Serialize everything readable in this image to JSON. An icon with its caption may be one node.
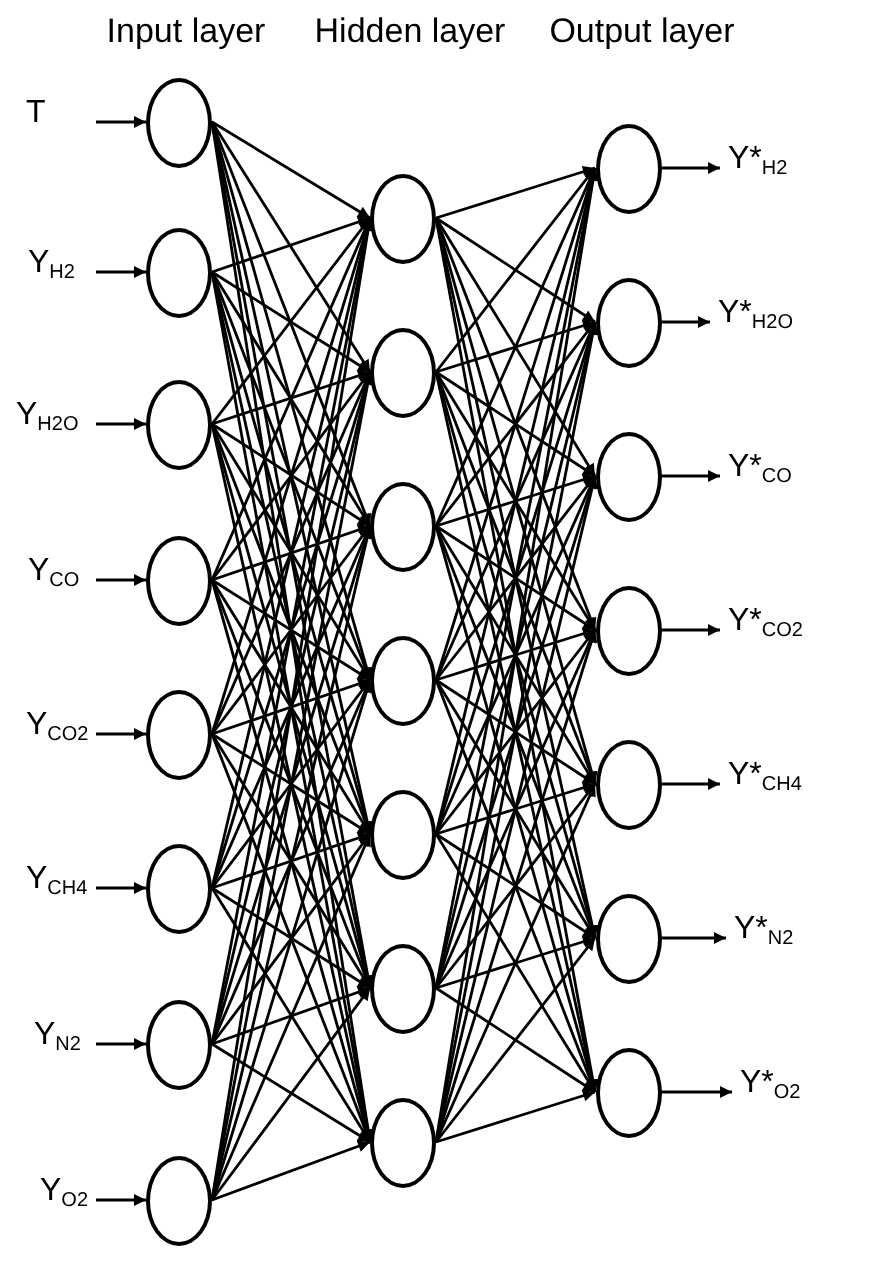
{
  "diagram": {
    "nodes": [
      {
        "text": [
          "T"
        ]
      },
      {
        "text": [
          "Y$_{H2}$"
        ]
      },
      {
        "text": [
          "Y$_{H2O}$"
        ]
      },
      {
        "text": [
          "Y$_{CO}$"
        ]
      },
      {
        "text": [
          "Y$_{CO2}$"
        ]
      },
      {
        "text": [
          "Y$_{CH4}$"
        ]
      },
      {
        "text": [
          "Y$_{N2}$"
        ]
      },
      {
        "text": [
          "Y$_{O2}$"
        ]
      },
      {
        "text": [],
        "shape": "circle"
      },
      {
        "text": [],
        "shape": "circle"
      },
      {
        "text": [],
        "shape": "circle"
      },
      {
        "text": [],
        "shape": "circle"
      },
      {
        "text": [],
        "shape": "circle"
      },
      {
        "text": [],
        "shape": "circle"
      },
      {
        "text": [],
        "shape": "circle"
      },
      {
        "text": [],
        "shape": "circle"
      },
      {
        "text": [],
        "shape": "circle"
      },
      {
        "text": [],
        "shape": "circle"
      },
      {
        "text": [],
        "shape": "circle"
      },
      {
        "text": [],
        "shape": "circle"
      },
      {
        "text": [],
        "shape": "circle"
      },
      {
        "text": [],
        "shape": "circle"
      },
      {
        "text": [],
        "shape": "circle"
      },
      {
        "text": [],
        "shape": "circle"
      },
      {
        "text": [],
        "shape": "circle"
      },
      {
        "text": [],
        "shape": "circle"
      },
      {
        "text": [],
        "shape": "circle"
      },
      {
        "text": [],
        "shape": "circle"
      },
      {
        "text": [],
        "shape": "circle"
      },
      {
        "text": [],
        "shape": "circle"
      },
      {
        "text": [
          "Y*$_{H2}$"
        ]
      },
      {
        "text": [
          "Y*$_{H2O}$"
        ]
      },
      {
        "text": [
          "Y*$_{CO}$"
        ]
      },
      {
        "text": [
          "Y*$_{CO2}$"
        ]
      },
      {
        "text": [
          "Y*$_{CH4}$"
        ]
      },
      {
        "text": [
          "Y*$_{N2}$"
        ]
      },
      {
        "text": [
          "Y*$_{O2}$"
        ]
      }
    ],
    "edges": [
      {
        "from": 0,
        "to": 8,
        "arrow": "to"
      },
      {
        "from": 1,
        "to": 9,
        "arrow": "to"
      },
      {
        "from": 2,
        "to": 10,
        "arrow": "to"
      },
      {
        "from": 3,
        "to": 11,
        "arrow": "to"
      },
      {
        "from": 4,
        "to": 12,
        "arrow": "to"
      },
      {
        "from": 5,
        "to": 13,
        "arrow": "to"
      },
      {
        "from": 6,
        "to": 14,
        "arrow": "to"
      },
      {
        "from": 7,
        "to": 15,
        "arrow": "to"
      },
      {
        "from": 8,
        "to": 16,
        "arrow": "to"
      },
      {
        "from": 8,
        "to": 17,
        "arrow": "to"
      },
      {
        "from": 8,
        "to": 18,
        "arrow": "to"
      },
      {
        "from": 8,
        "to": 19,
        "arrow": "to"
      },
      {
        "from": 8,
        "to": 20,
        "arrow": "to"
      },
      {
        "from": 8,
        "to": 21,
        "arrow": "to"
      },
      {
        "from": 8,
        "to": 22,
        "arrow": "to"
      },
      {
        "from": 9,
        "to": 16,
        "arrow": "to"
      },
      {
        "from": 9,
        "to": 17,
        "arrow": "to"
      },
      {
        "from": 9,
        "to": 18,
        "arrow": "to"
      },
      {
        "from": 9,
        "to": 19,
        "arrow": "to"
      },
      {
        "from": 9,
        "to": 20,
        "arrow": "to"
      },
      {
        "from": 9,
        "to": 21,
        "arrow": "to"
      },
      {
        "from": 9,
        "to": 22,
        "arrow": "to"
      },
      {
        "from": 10,
        "to": 16,
        "arrow": "to"
      },
      {
        "from": 10,
        "to": 17,
        "arrow": "to"
      },
      {
        "from": 10,
        "to": 18,
        "arrow": "to"
      },
      {
        "from": 10,
        "to": 19,
        "arrow": "to"
      },
      {
        "from": 10,
        "to": 20,
        "arrow": "to"
      },
      {
        "from": 10,
        "to": 21,
        "arrow": "to"
      },
      {
        "from": 10,
        "to": 22,
        "arrow": "to"
      },
      {
        "from": 11,
        "to": 16,
        "arrow": "to"
      },
      {
        "from": 11,
        "to": 17,
        "arrow": "to"
      },
      {
        "from": 11,
        "to": 18,
        "arrow": "to"
      },
      {
        "from": 11,
        "to": 19,
        "arrow": "to"
      },
      {
        "from": 11,
        "to": 20,
        "arrow": "to"
      },
      {
        "from": 11,
        "to": 21,
        "arrow": "to"
      },
      {
        "from": 11,
        "to": 22,
        "arrow": "to"
      },
      {
        "from": 12,
        "to": 16,
        "arrow": "to"
      },
      {
        "from": 12,
        "to": 17,
        "arrow": "to"
      },
      {
        "from": 12,
        "to": 18,
        "arrow": "to"
      },
      {
        "from": 12,
        "to": 19,
        "arrow": "to"
      },
      {
        "from": 12,
        "to": 20,
        "arrow": "to"
      },
      {
        "from": 12,
        "to": 21,
        "arrow": "to"
      },
      {
        "from": 12,
        "to": 22,
        "arrow": "to"
      },
      {
        "from": 13,
        "to": 16,
        "arrow": "to"
      },
      {
        "from": 13,
        "to": 17,
        "arrow": "to"
      },
      {
        "from": 13,
        "to": 18,
        "arrow": "to"
      },
      {
        "from": 13,
        "to": 19,
        "arrow": "to"
      },
      {
        "from": 13,
        "to": 20,
        "arrow": "to"
      },
      {
        "from": 13,
        "to": 21,
        "arrow": "to"
      },
      {
        "from": 13,
        "to": 22,
        "arrow": "to"
      },
      {
        "from": 14,
        "to": 16,
        "arrow": "to"
      },
      {
        "from": 14,
        "to": 17,
        "arrow": "to"
      },
      {
        "from": 14,
        "to": 18,
        "arrow": "to"
      },
      {
        "from": 14,
        "to": 19,
        "arrow": "to"
      },
      {
        "from": 14,
        "to": 20,
        "arrow": "to"
      },
      {
        "from": 14,
        "to": 21,
        "arrow": "to"
      },
      {
        "from": 14,
        "to": 22,
        "arrow": "to"
      },
      {
        "from": 15,
        "to": 16,
        "arrow": "to"
      },
      {
        "from": 15,
        "to": 17,
        "arrow": "to"
      },
      {
        "from": 15,
        "to": 18,
        "arrow": "to"
      },
      {
        "from": 15,
        "to": 19,
        "arrow": "to"
      },
      {
        "from": 15,
        "to": 20,
        "arrow": "to"
      },
      {
        "from": 15,
        "to": 21,
        "arrow": "to"
      },
      {
        "from": 15,
        "to": 22,
        "arrow": "to"
      },
      {
        "from": 16,
        "to": 23,
        "arrow": "to"
      },
      {
        "from": 16,
        "to": 24,
        "arrow": "to"
      },
      {
        "from": 16,
        "to": 25,
        "arrow": "to"
      },
      {
        "from": 16,
        "to": 26,
        "arrow": "to"
      },
      {
        "from": 16,
        "to": 27,
        "arrow": "to"
      },
      {
        "from": 16,
        "to": 28,
        "arrow": "to"
      },
      {
        "from": 16,
        "to": 29,
        "arrow": "to"
      },
      {
        "from": 17,
        "to": 23,
        "arrow": "to"
      },
      {
        "from": 17,
        "to": 24,
        "arrow": "to"
      },
      {
        "from": 17,
        "to": 25,
        "arrow": "to"
      },
      {
        "from": 17,
        "to": 26,
        "arrow": "to"
      },
      {
        "from": 17,
        "to": 27,
        "arrow": "to"
      },
      {
        "from": 17,
        "to": 28,
        "arrow": "to"
      },
      {
        "from": 17,
        "to": 29,
        "arrow": "to"
      },
      {
        "from": 18,
        "to": 23,
        "arrow": "to"
      },
      {
        "from": 18,
        "to": 24,
        "arrow": "to"
      },
      {
        "from": 18,
        "to": 25,
        "arrow": "to"
      },
      {
        "from": 18,
        "to": 26,
        "arrow": "to"
      },
      {
        "from": 18,
        "to": 27,
        "arrow": "to"
      },
      {
        "from": 18,
        "to": 28,
        "arrow": "to"
      },
      {
        "from": 18,
        "to": 29,
        "arrow": "to"
      },
      {
        "from": 19,
        "to": 23,
        "arrow": "to"
      },
      {
        "from": 19,
        "to": 24,
        "arrow": "to"
      },
      {
        "from": 19,
        "to": 25,
        "arrow": "to"
      },
      {
        "from": 19,
        "to": 26,
        "arrow": "to"
      },
      {
        "from": 19,
        "to": 27,
        "arrow": "to"
      },
      {
        "from": 19,
        "to": 28,
        "arrow": "to"
      },
      {
        "from": 19,
        "to": 29,
        "arrow": "to"
      },
      {
        "from": 20,
        "to": 23,
        "arrow": "to"
      },
      {
        "from": 20,
        "to": 24,
        "arrow": "to"
      },
      {
        "from": 20,
        "to": 25,
        "arrow": "to"
      },
      {
        "from": 20,
        "to": 26,
        "arrow": "to"
      },
      {
        "from": 20,
        "to": 27,
        "arrow": "to"
      },
      {
        "from": 20,
        "to": 28,
        "arrow": "to"
      },
      {
        "from": 20,
        "to": 29,
        "arrow": "to"
      },
      {
        "from": 21,
        "to": 23,
        "arrow": "to"
      },
      {
        "from": 21,
        "to": 24,
        "arrow": "to"
      },
      {
        "from": 21,
        "to": 25,
        "arrow": "to"
      },
      {
        "from": 21,
        "to": 26,
        "arrow": "to"
      },
      {
        "from": 21,
        "to": 27,
        "arrow": "to"
      },
      {
        "from": 21,
        "to": 28,
        "arrow": "to"
      },
      {
        "from": 21,
        "to": 29,
        "arrow": "to"
      },
      {
        "from": 22,
        "to": 23,
        "arrow": "to"
      },
      {
        "from": 22,
        "to": 24,
        "arrow": "to"
      },
      {
        "from": 22,
        "to": 25,
        "arrow": "to"
      },
      {
        "from": 22,
        "to": 26,
        "arrow": "to"
      },
      {
        "from": 22,
        "to": 27,
        "arrow": "to"
      },
      {
        "from": 22,
        "to": 28,
        "arrow": "to"
      },
      {
        "from": 22,
        "to": 29,
        "arrow": "to"
      },
      {
        "from": 23,
        "to": 30,
        "arrow": "to"
      },
      {
        "from": 24,
        "to": 31,
        "arrow": "to"
      },
      {
        "from": 25,
        "to": 32,
        "arrow": "to"
      },
      {
        "from": 26,
        "to": 33,
        "arrow": "to"
      },
      {
        "from": 27,
        "to": 34,
        "arrow": "to"
      },
      {
        "from": 28,
        "to": 35,
        "arrow": "to"
      },
      {
        "from": 29,
        "to": 36,
        "arrow": "to"
      }
    ],
    "labels": [
      "Input layer",
      "Hidden layer",
      "Output layer"
    ]
  }
}
